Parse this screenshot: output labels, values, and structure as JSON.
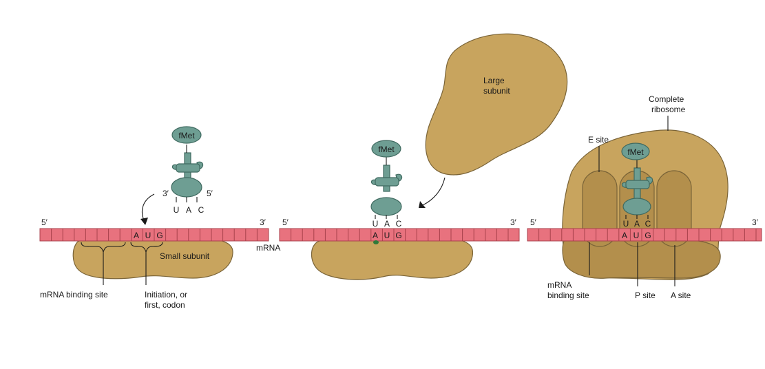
{
  "panel1": {
    "fmet": "fMet",
    "trna_3prime": "3′",
    "trna_5prime": "5′",
    "anticodon": [
      "U",
      "A",
      "C"
    ],
    "mrna_5prime": "5′",
    "mrna_3prime": "3′",
    "codon": [
      "A",
      "U",
      "G"
    ],
    "small_subunit": "Small subunit",
    "mrna_label": "mRNA",
    "mrna_binding_site": "mRNA binding site",
    "initiation_line1": "Initiation, or",
    "initiation_line2": "first, codon"
  },
  "panel2": {
    "fmet": "fMet",
    "large_subunit_line1": "Large",
    "large_subunit_line2": "subunit",
    "anticodon": [
      "U",
      "A",
      "C"
    ],
    "mrna_5prime": "5′",
    "mrna_3prime": "3′",
    "codon": [
      "A",
      "U",
      "G"
    ]
  },
  "panel3": {
    "complete_line1": "Complete",
    "complete_line2": "ribosome",
    "e_site": "E site",
    "fmet": "fMet",
    "anticodon": [
      "U",
      "A",
      "C"
    ],
    "mrna_5prime": "5′",
    "mrna_3prime": "3′",
    "codon": [
      "A",
      "U",
      "G"
    ],
    "mrna_binding_line1": "mRNA",
    "mrna_binding_line2": "binding site",
    "p_site": "P site",
    "a_site": "A site"
  }
}
